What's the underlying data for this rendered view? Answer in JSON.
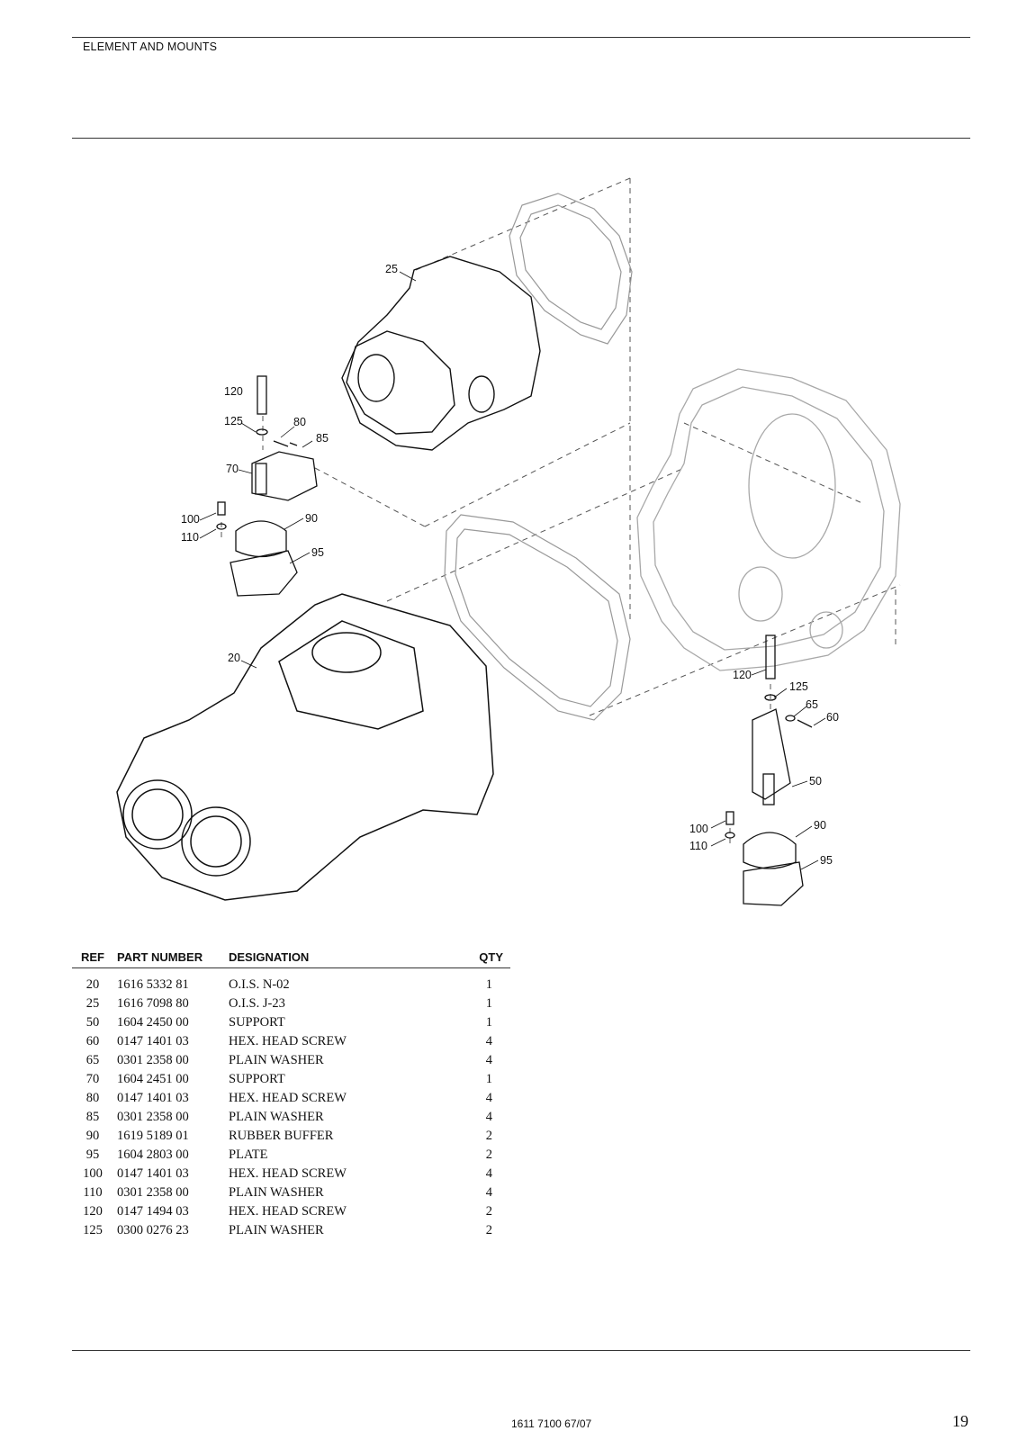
{
  "header": {
    "section_title": "ELEMENT AND MOUNTS"
  },
  "drawing": {
    "callouts": [
      "20",
      "25",
      "50",
      "60",
      "65",
      "70",
      "80",
      "85",
      "90",
      "95",
      "100",
      "110",
      "120",
      "125"
    ],
    "callouts_right": [
      "120",
      "125",
      "65",
      "60",
      "50",
      "100",
      "110",
      "90",
      "95"
    ]
  },
  "table": {
    "headers": {
      "ref": "REF",
      "part_number": "PART NUMBER",
      "designation": "DESIGNATION",
      "qty": "QTY"
    },
    "rows": [
      {
        "ref": "20",
        "part_number": "1616 5332 81",
        "designation": "O.I.S. N-02",
        "qty": "1"
      },
      {
        "ref": "25",
        "part_number": "1616 7098 80",
        "designation": "O.I.S. J-23",
        "qty": "1"
      },
      {
        "ref": "50",
        "part_number": "1604 2450 00",
        "designation": "SUPPORT",
        "qty": "1"
      },
      {
        "ref": "60",
        "part_number": "0147 1401 03",
        "designation": "HEX. HEAD SCREW",
        "qty": "4"
      },
      {
        "ref": "65",
        "part_number": "0301 2358 00",
        "designation": "PLAIN WASHER",
        "qty": "4"
      },
      {
        "ref": "70",
        "part_number": "1604 2451 00",
        "designation": "SUPPORT",
        "qty": "1"
      },
      {
        "ref": "80",
        "part_number": "0147 1401 03",
        "designation": "HEX. HEAD SCREW",
        "qty": "4"
      },
      {
        "ref": "85",
        "part_number": "0301 2358 00",
        "designation": "PLAIN WASHER",
        "qty": "4"
      },
      {
        "ref": "90",
        "part_number": "1619 5189 01",
        "designation": "RUBBER BUFFER",
        "qty": "2"
      },
      {
        "ref": "95",
        "part_number": "1604 2803 00",
        "designation": "PLATE",
        "qty": "2"
      },
      {
        "ref": "100",
        "part_number": "0147 1401 03",
        "designation": "HEX. HEAD SCREW",
        "qty": "4"
      },
      {
        "ref": "110",
        "part_number": "0301 2358 00",
        "designation": "PLAIN WASHER",
        "qty": "4"
      },
      {
        "ref": "120",
        "part_number": "0147 1494 03",
        "designation": "HEX. HEAD SCREW",
        "qty": "2"
      },
      {
        "ref": "125",
        "part_number": "0300 0276 23",
        "designation": "PLAIN WASHER",
        "qty": "2"
      }
    ]
  },
  "footer": {
    "document_number": "1611 7100 67/07",
    "page_number": "19"
  }
}
